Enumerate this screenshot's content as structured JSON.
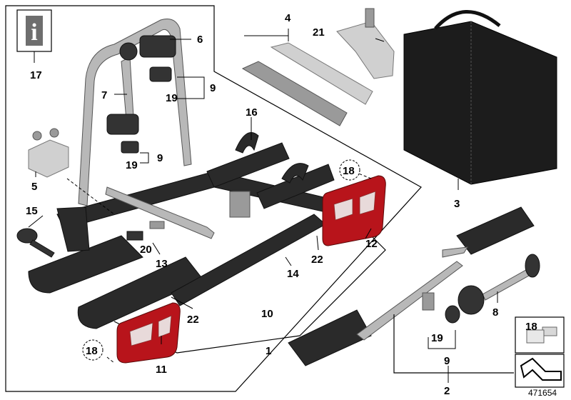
{
  "diagram": {
    "callouts": {
      "c1": "1",
      "c2": "2",
      "c3": "3",
      "c4": "4",
      "c5": "5",
      "c6": "6",
      "c7": "7",
      "c8": "8",
      "c9a": "9",
      "c9b": "9",
      "c9c": "9",
      "c10": "10",
      "c11": "11",
      "c12": "12",
      "c13": "13",
      "c14": "14",
      "c15": "15",
      "c16": "16",
      "c17": "17",
      "c18a": "18",
      "c18b": "18",
      "c18c": "18",
      "c19a": "19",
      "c19b": "19",
      "c19c": "19",
      "c20": "20",
      "c21": "21",
      "c22a": "22",
      "c22b": "22"
    },
    "info_icon_glyph": "i",
    "image_id": "471654"
  },
  "colors": {
    "lamp_red": "#b8141b",
    "frame_black": "#2a2a2a",
    "tube_silver": "#b8b8b8",
    "bag_black": "#1c1c1c"
  },
  "icons": [
    "info-icon",
    "fastener-icon",
    "arrow-sign-icon"
  ]
}
